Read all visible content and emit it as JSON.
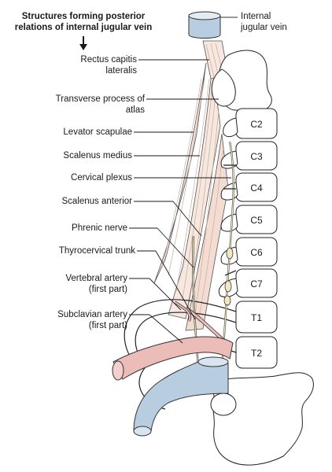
{
  "heading": {
    "line1": "Structures forming posterior",
    "line2": "relations of internal jugular vein",
    "arrow": "down-arrow-icon"
  },
  "legend": {
    "icon": "vein-cylinder-icon",
    "line1": "Internal",
    "line2": "jugular vein"
  },
  "labels": {
    "rectus_1": "Rectus capitis",
    "rectus_2": "lateralis",
    "transverse_1": "Transverse process of",
    "transverse_2": "atlas",
    "levator": "Levator scapulae",
    "scalenus_medius": "Scalenus medius",
    "cervical_plexus": "Cervical plexus",
    "scalenus_anterior": "Scalenus anterior",
    "phrenic": "Phrenic nerve",
    "thyrocervical": "Thyrocervical trunk",
    "vertebral_1": "Vertebral artery",
    "vertebral_2": "(first part)",
    "subclavian_1": "Subclavian artery",
    "subclavian_2": "(first part)"
  },
  "vertebrae": [
    "C2",
    "C3",
    "C4",
    "C5",
    "C6",
    "C7",
    "T1",
    "T2"
  ],
  "colors": {
    "ink": "#1a1a1a",
    "muscle_fill": "#f6e7df",
    "muscle_line": "#c9a99c",
    "artery_fill": "#ecbcb8",
    "vein_fill": "#b9cde0",
    "nerve_fill": "#f3e7c0",
    "bone_fill": "#ffffff"
  }
}
